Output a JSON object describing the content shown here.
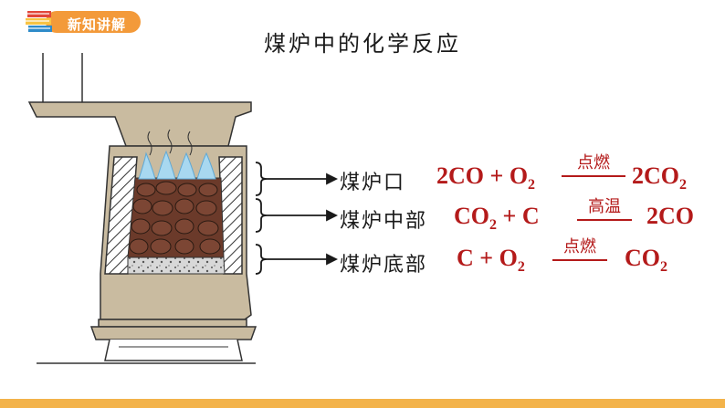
{
  "badge": {
    "label": "新知讲解"
  },
  "title": "煤炉中的化学反应",
  "rows": [
    {
      "label": "煤炉口",
      "eq_left": "2CO + O",
      "eq_left_sub": "2",
      "condition": "点燃",
      "product": "2CO",
      "product_sub": "2"
    },
    {
      "label": "煤炉中部",
      "eq_left": "CO",
      "eq_left_sub": "2",
      "eq_left_tail": " + C",
      "condition": "高温",
      "product": "2CO"
    },
    {
      "label": "煤炉底部",
      "eq_left": "C + O",
      "eq_left_sub": "2",
      "condition": "点燃",
      "product": "CO",
      "product_sub": "2"
    }
  ],
  "colors": {
    "accent": "#f39a3a",
    "equation": "#b41a1a",
    "footer": "#f3b34a"
  }
}
